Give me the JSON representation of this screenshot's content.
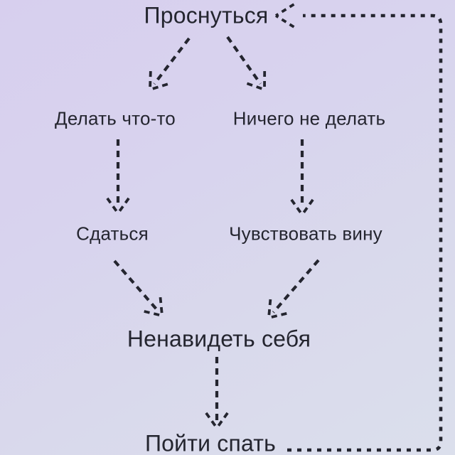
{
  "diagram": {
    "description": "Dashed-arrow flowchart (Russian) about a self-defeating daily loop",
    "nodes": [
      {
        "id": "wake",
        "label": "Проснуться"
      },
      {
        "id": "do-something",
        "label": "Делать что-то"
      },
      {
        "id": "do-nothing",
        "label": "Ничего не делать"
      },
      {
        "id": "give-up",
        "label": "Сдаться"
      },
      {
        "id": "feel-guilt",
        "label": "Чувствовать вину"
      },
      {
        "id": "hate-self",
        "label": "Ненавидеть себя"
      },
      {
        "id": "go-sleep",
        "label": "Пойти спать"
      }
    ],
    "edges": [
      {
        "from": "wake",
        "to": "do-something"
      },
      {
        "from": "wake",
        "to": "do-nothing"
      },
      {
        "from": "do-something",
        "to": "give-up"
      },
      {
        "from": "do-nothing",
        "to": "feel-guilt"
      },
      {
        "from": "give-up",
        "to": "hate-self"
      },
      {
        "from": "feel-guilt",
        "to": "hate-self"
      },
      {
        "from": "hate-self",
        "to": "go-sleep"
      },
      {
        "from": "go-sleep",
        "to": "wake"
      }
    ],
    "line_style": "dashed",
    "arrowhead_style": "open",
    "colors": {
      "background_top_left": "#d7cfee",
      "background_bottom_right": "#dbdfec",
      "ink": "#24252f"
    }
  }
}
